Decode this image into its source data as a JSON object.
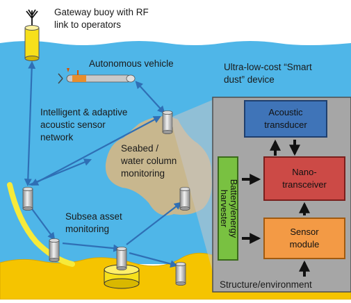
{
  "labels": {
    "gateway_line1": "Gateway buoy with RF",
    "gateway_line2": "link to operators",
    "auv": "Autonomous vehicle",
    "smartdust_line1": "Ultra-low-cost “Smart",
    "smartdust_line2": "dust” device",
    "network_line1": "Intelligent & adaptive",
    "network_line2": "acoustic sensor",
    "network_line3": "network",
    "seabed_line1": "Seabed /",
    "seabed_line2": "water column",
    "seabed_line3": "monitoring",
    "subsea_line1": "Subsea asset",
    "subsea_line2": "monitoring",
    "structure": "Structure/environment"
  },
  "blocks": {
    "acoustic_line1": "Acoustic",
    "acoustic_line2": "transducer",
    "battery_line1": "Battery/energy",
    "battery_line2": "harvester",
    "nano_line1": "Nano-",
    "nano_line2": "transceiver",
    "sensor_line1": "Sensor",
    "sensor_line2": "module"
  },
  "colors": {
    "sea": "#4fb6e8",
    "seabed": "#f5c400",
    "patch": "#c8b78e",
    "panel": "#a6a6a6",
    "acoustic": "#3f74b8",
    "battery": "#79c141",
    "nano": "#cc4a46",
    "sensor": "#f39a45",
    "link": "#2f6fb5",
    "pipeline": "#f7ea3a"
  }
}
